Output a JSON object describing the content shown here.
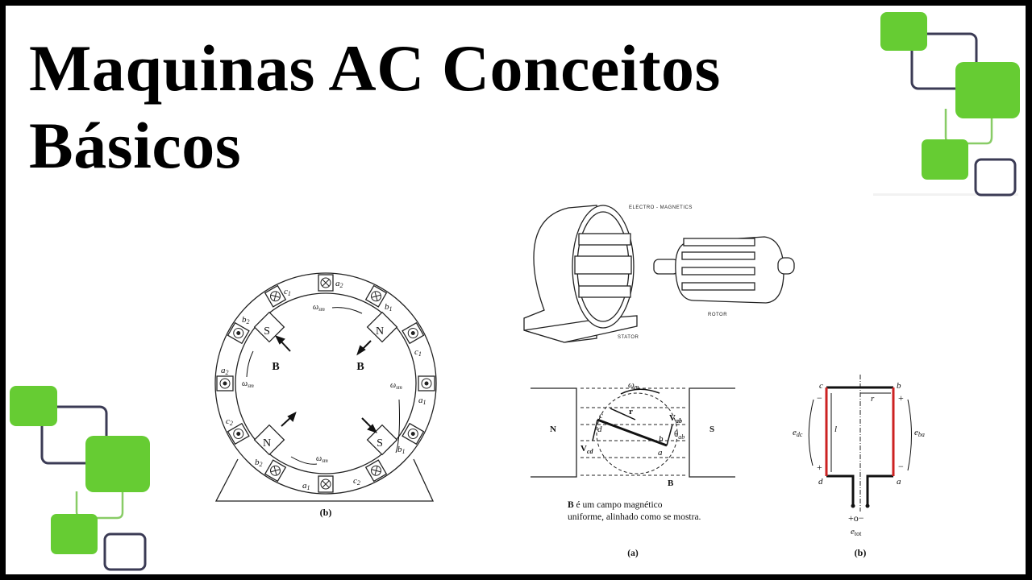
{
  "slide": {
    "title_line1": "Maquinas AC Conceitos",
    "title_line2": "Básicos",
    "colors": {
      "accent_green": "#66cc33",
      "outline_navy": "#3b3b55",
      "light_green_line": "#88cc66",
      "frame": "#000000",
      "conductor_red": "#cc2222"
    }
  },
  "ring_diagram": {
    "caption": "(b)",
    "poles": [
      "S",
      "N",
      "N",
      "S"
    ],
    "field_labels": [
      "B",
      "B"
    ],
    "speed_label": "ωsm",
    "slot_labels": [
      "a2",
      "b1'",
      "c1",
      "a1'",
      "b1",
      "c2'",
      "a1",
      "b2'",
      "c2",
      "a2'",
      "b2",
      "c1'"
    ]
  },
  "motor_drawing": {
    "labels": {
      "electro_magnetics": "ELECTRO - MAGNETICS",
      "stator": "STATOR",
      "rotor": "ROTOR"
    }
  },
  "loop_in_field": {
    "caption": "(a)",
    "pole_left": "N",
    "pole_right": "S",
    "field": "B",
    "omega": "ωm",
    "radius": "r",
    "v_cd": "Vcd",
    "v_ab": "Vab",
    "theta": "θab",
    "corners": [
      "a",
      "b",
      "c",
      "d"
    ],
    "note_bold": "B",
    "note_line1": " é um campo magnético",
    "note_line2": "uniforme, alinhado como se mostra."
  },
  "loop_voltages": {
    "caption": "(b)",
    "corners": {
      "c": "c",
      "b": "b",
      "d": "d",
      "a": "a"
    },
    "length": "l",
    "radius": "r",
    "e_dc": "edc",
    "e_ba": "eba",
    "terminals": "+o−",
    "e_tot": "etot",
    "plus": "+",
    "minus": "−"
  }
}
